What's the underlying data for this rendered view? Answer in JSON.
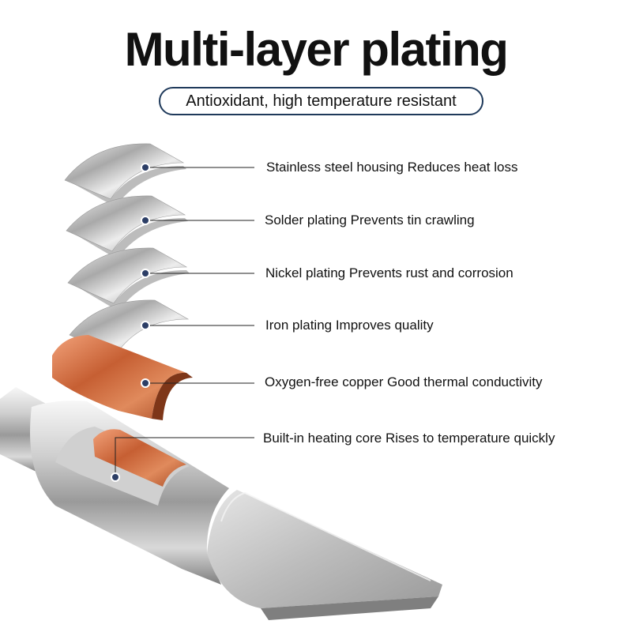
{
  "title": "Multi-layer plating",
  "subtitle": "Antioxidant, high temperature resistant",
  "layers": [
    {
      "label": "Stainless steel housing Reduces heat loss",
      "material": "steel"
    },
    {
      "label": "Solder plating Prevents tin crawling",
      "material": "steel"
    },
    {
      "label": "Nickel plating Prevents rust and corrosion",
      "material": "steel"
    },
    {
      "label": "Iron plating Improves quality",
      "material": "steel"
    },
    {
      "label": "Oxygen-free copper Good thermal conductivity",
      "material": "copper"
    },
    {
      "label": "Built-in heating core Rises to temperature quickly",
      "material": "copper"
    }
  ],
  "colors": {
    "title": "#111111",
    "pill_border": "#1f3a5b",
    "leader_line": "#222222",
    "dot_fill": "#2c3e66",
    "copper": "#c8683c",
    "steel": "#b9b9b9"
  }
}
